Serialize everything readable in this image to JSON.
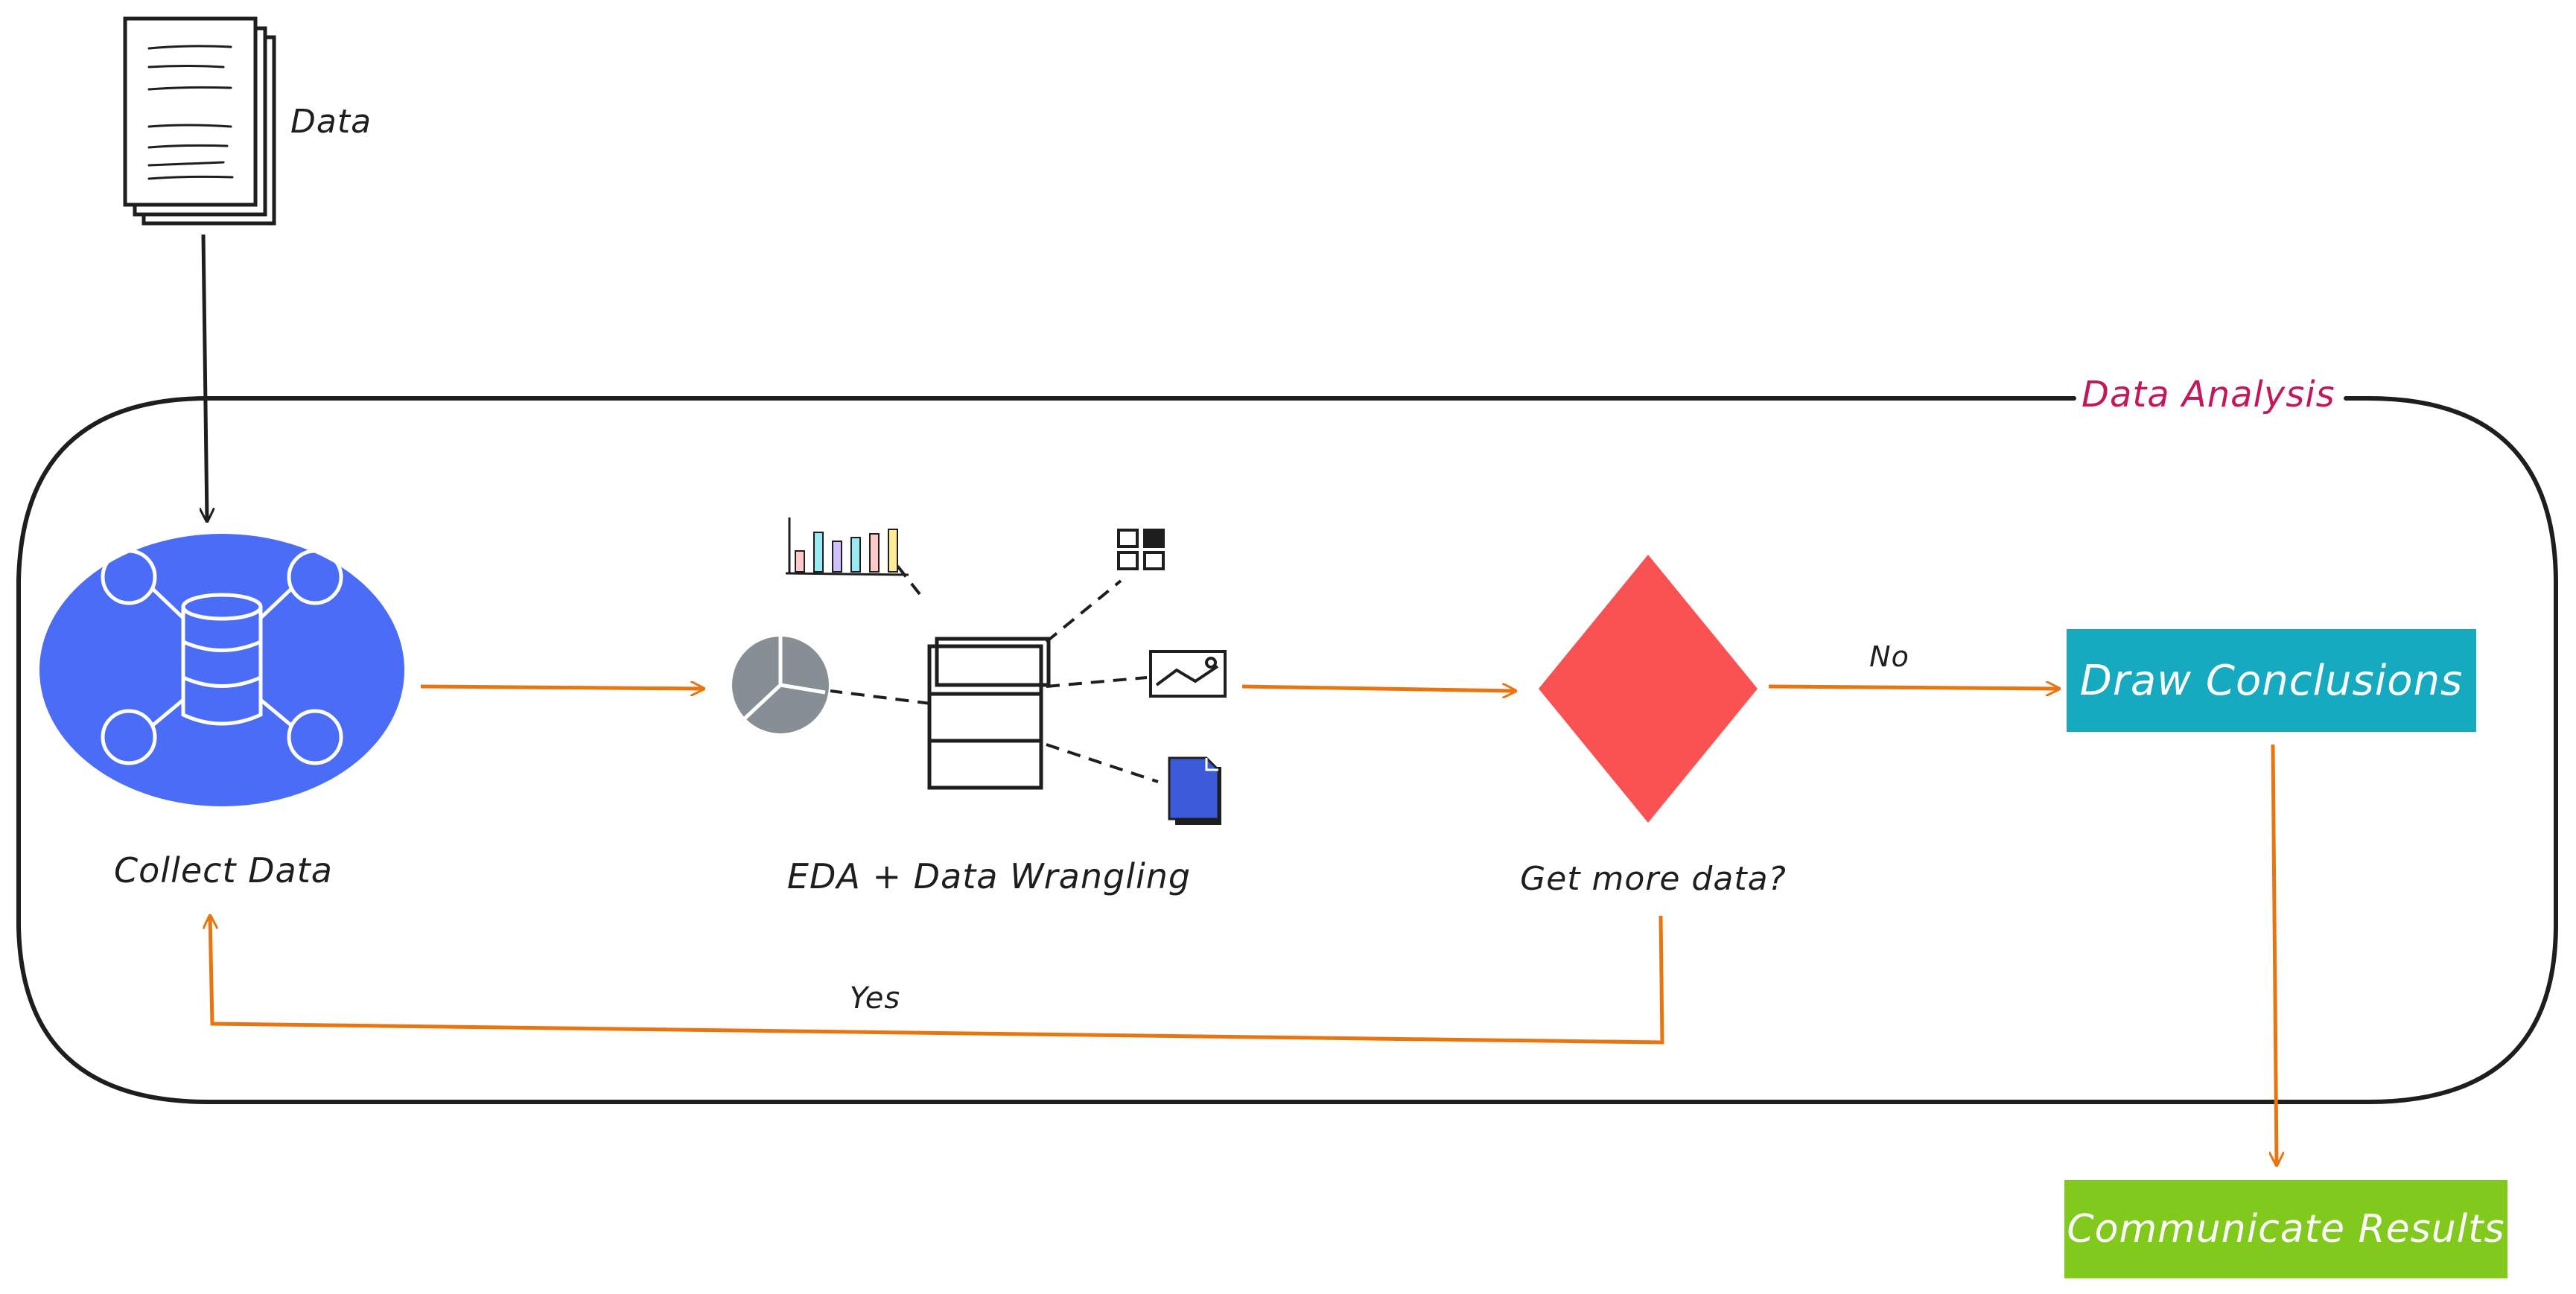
{
  "labels": {
    "data": "Data",
    "data_analysis": "Data Analysis",
    "collect_data": "Collect Data",
    "eda": "EDA + Data Wrangling",
    "get_more_data": "Get more data?",
    "no": "No",
    "yes": "Yes",
    "draw_conclusions": "Draw Conclusions",
    "communicate_results": "Communicate Results"
  },
  "colors": {
    "stroke": "#1e1e1e",
    "arrow": "#e8750f",
    "frame_label": "#c2185b",
    "collect_fill": "#4a6cf7",
    "decision_fill": "#fa5252",
    "conclusions_fill": "#15aabf",
    "results_fill": "#82c91e",
    "pie_fill": "#868e96",
    "file_fill": "#3b5bdb"
  },
  "icons": {
    "source": "document-stack-icon",
    "collect": "database-network-icon",
    "eda_bar": "bar-chart-icon",
    "eda_grid": "grid-icon",
    "eda_pie": "pie-chart-icon",
    "eda_image": "image-icon",
    "eda_file": "file-icon",
    "eda_hub": "table-icon"
  }
}
